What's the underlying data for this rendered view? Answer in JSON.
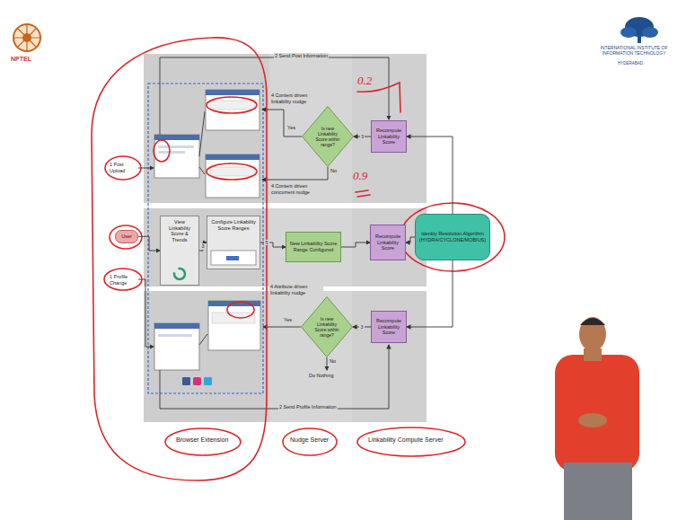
{
  "diagram": {
    "nodes": [
      {
        "text": [
          "User"
        ]
      },
      {
        "text": [
          "View Linkability Score & Trends"
        ]
      },
      {
        "text": [
          "Configure Linkability Score Ranges"
        ]
      },
      {
        "text": [
          "Is new Linkability Score within range?"
        ]
      },
      {
        "text": [
          "Recompute Linkability Score"
        ]
      },
      {
        "text": [
          "New Linkability Score Range Configured"
        ]
      },
      {
        "text": [
          "Recompute Linkability Score"
        ]
      },
      {
        "text": [
          "Identity Resolution Algorithm (HYDRA/CYCLONE/MOBIUS)"
        ]
      },
      {
        "text": [
          "Is new Linkability Score within range?"
        ]
      },
      {
        "text": [
          "Recompute Linkability Score"
        ]
      }
    ],
    "edges": [
      {
        "from": 0,
        "to": 1,
        "arrow": "to"
      },
      {
        "from": 1,
        "to": 2,
        "label": "3",
        "arrow": "to"
      },
      {
        "from": 2,
        "to": 5,
        "label": "5",
        "arrow": "to"
      },
      {
        "from": 5,
        "to": 6,
        "arrow": "to"
      },
      {
        "from": 7,
        "to": 6,
        "arrow": "to"
      },
      {
        "from": 7,
        "to": 4,
        "arrow": "to"
      },
      {
        "from": 7,
        "to": 9,
        "arrow": "to"
      },
      {
        "from": 4,
        "to": 3,
        "label": "3",
        "arrow": "to"
      },
      {
        "from": 9,
        "to": 8,
        "label": "3",
        "arrow": "to"
      }
    ],
    "labels": [
      "NPTEL",
      "INTERNATIONAL INSTITUTE OF INFORMATION TECHNOLOGY",
      "HYDERABAD",
      "1 Post Upload",
      "1 Profile Change",
      "2 Send Post Information",
      "4 Content driven linkability nudge",
      "Yes",
      "No",
      "4 Content driven concurrent nudge",
      "4 Attribute driven linkability nudge",
      "Yes",
      "No",
      "Do Nothing",
      "2 Send Profile Information",
      "Browser Extension",
      "Nudge Server",
      "Linkability Compute Server",
      "0.2",
      "0.9"
    ]
  }
}
